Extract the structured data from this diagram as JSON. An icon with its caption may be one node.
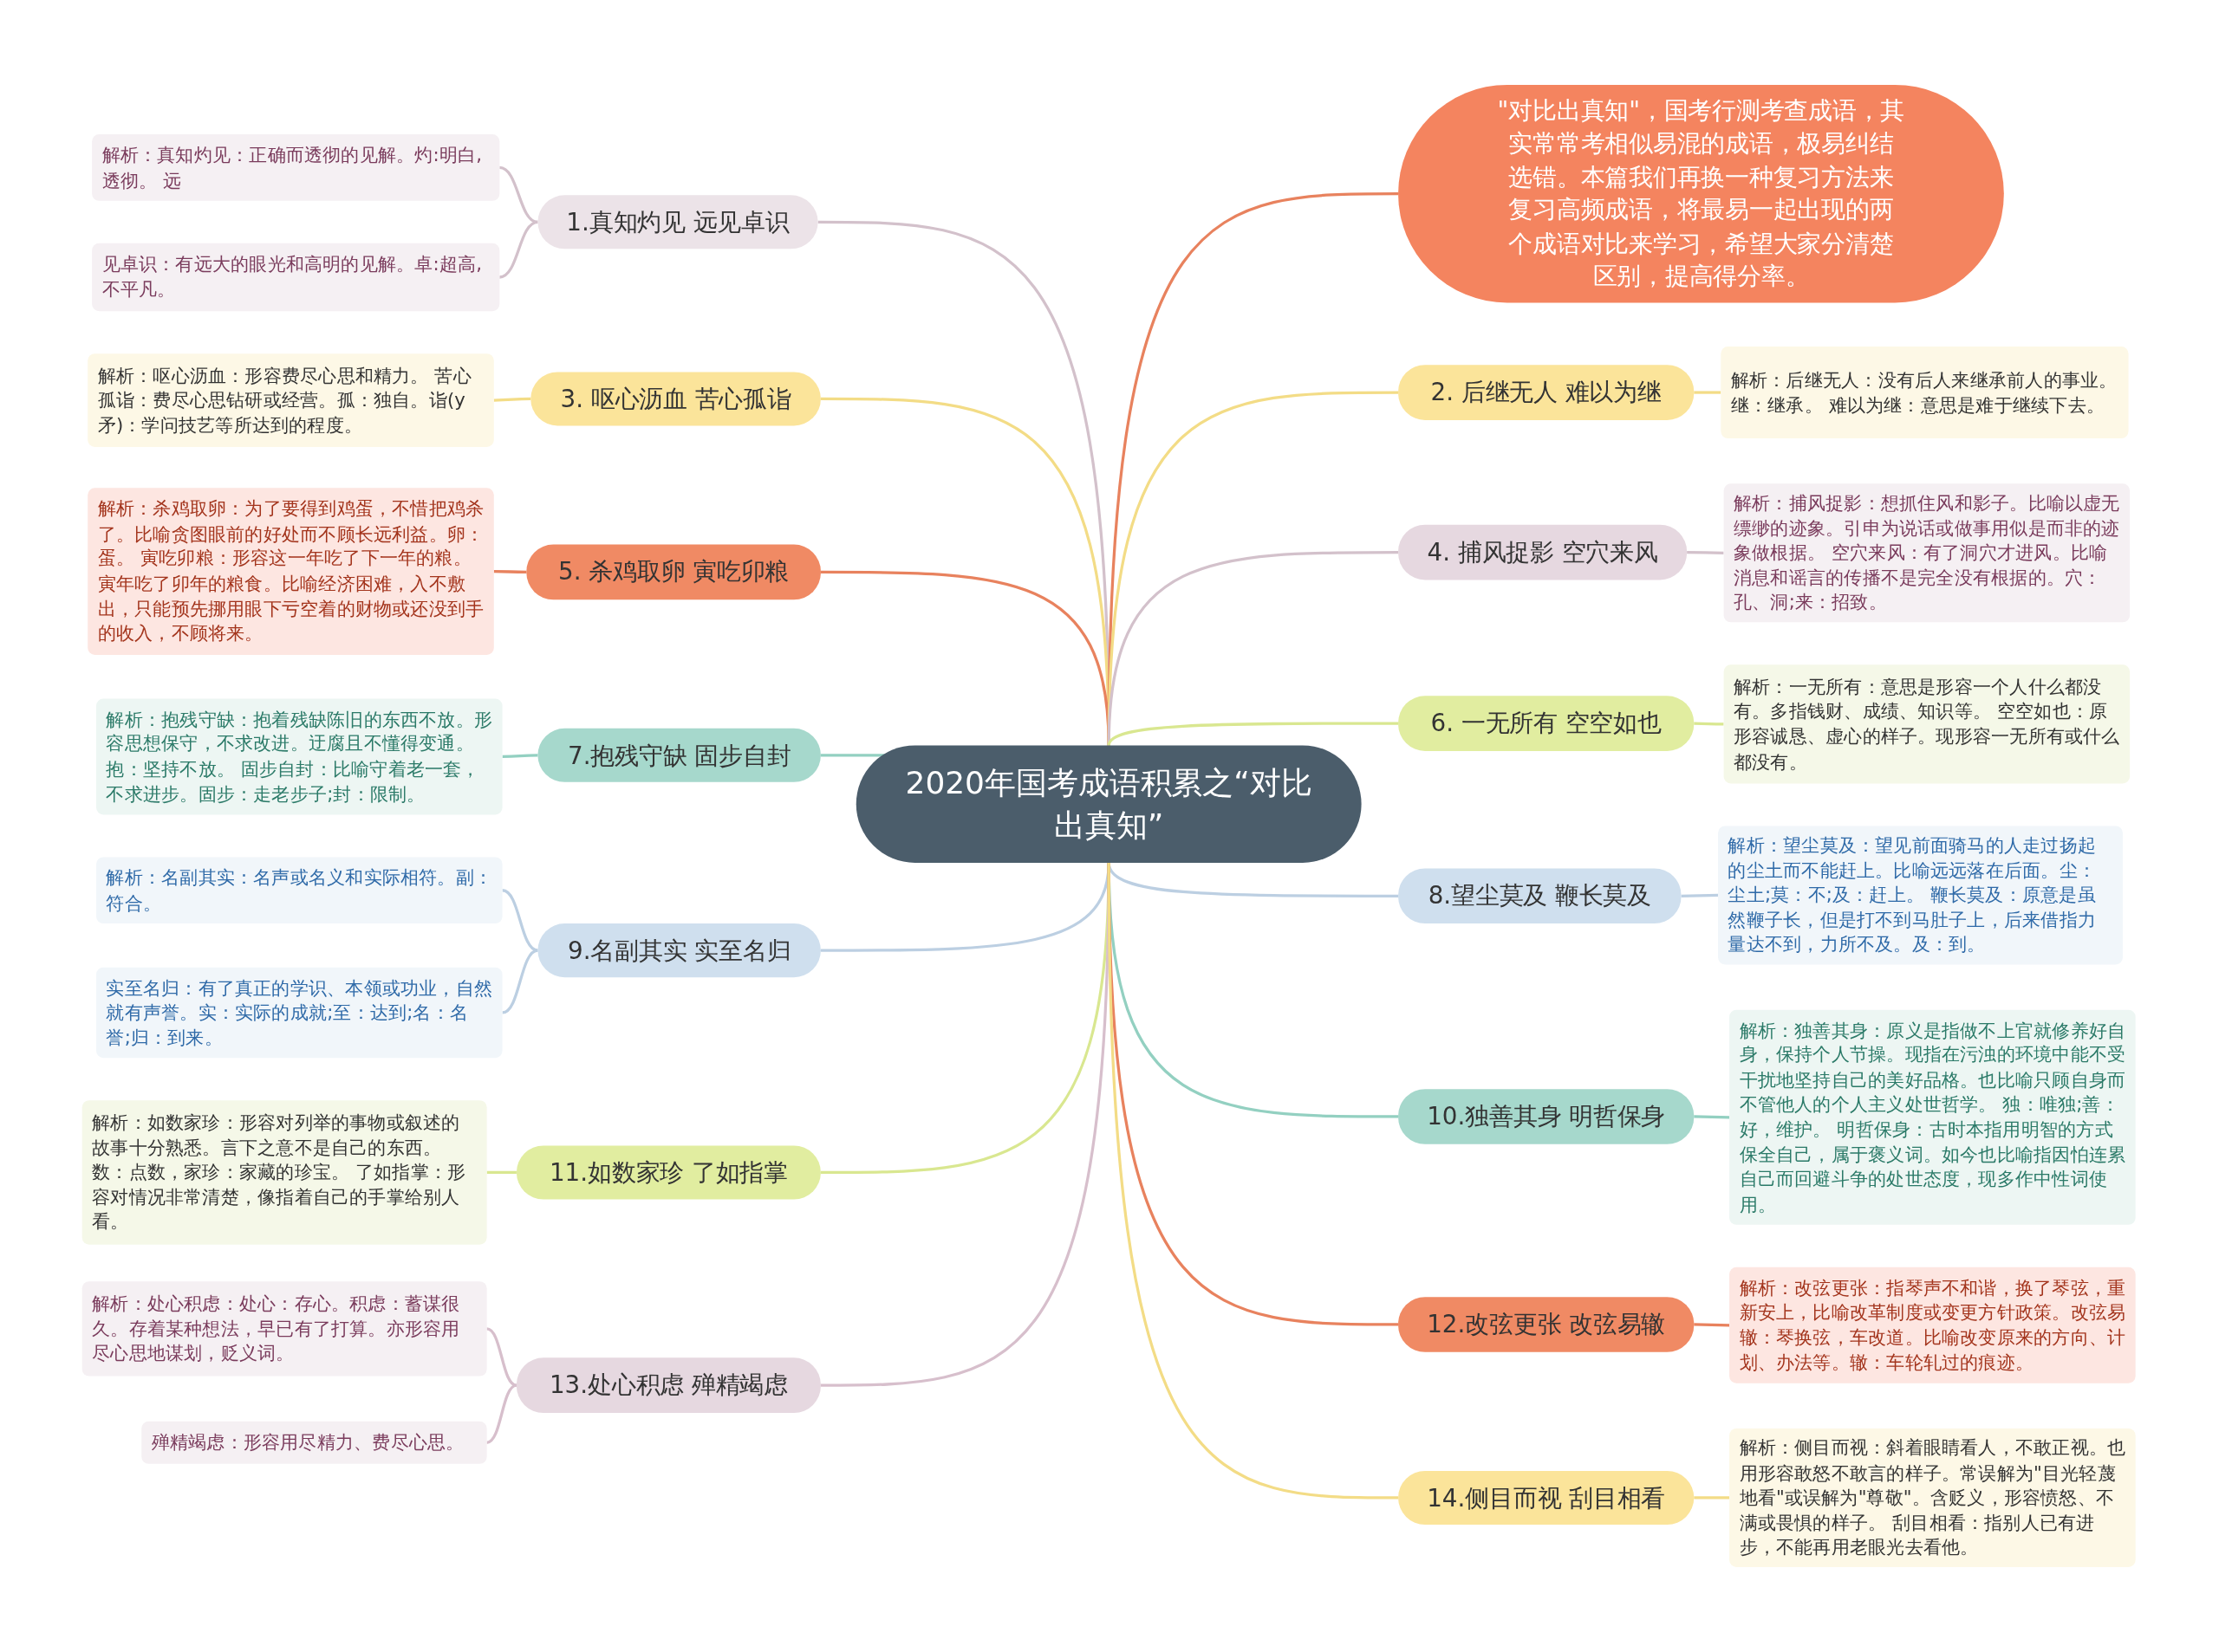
{
  "diagram": {
    "nodes": [
      {
        "text": [
          "2020年国考成语积累之“对比出真知”"
        ]
      },
      {
        "text": [
          "\"对比出真知\"，国考行测考查成语，其实常常考相似易混的成语，极易纠结选错。本篇我们再换一种复习方法来复习高频成语，将最易一起出现的两个成语对比来学习，希望大家分清楚区别，提高得分率。"
        ]
      },
      {
        "text": [
          "1.真知灼见 远见卓识"
        ]
      },
      {
        "text": [
          "解析：真知灼见：正确而透彻的见解。灼:明白,透彻。 远"
        ]
      },
      {
        "text": [
          "见卓识：有远大的眼光和高明的见解。卓:超高,不平凡。"
        ]
      },
      {
        "text": [
          "3. 呕心沥血 苦心孤诣"
        ]
      },
      {
        "text": [
          "解析：呕心沥血：形容费尽心思和精力。 苦心孤诣：费尽心思钻研或经营。孤：独自。诣(y矛)：学问技艺等所达到的程度。"
        ]
      },
      {
        "text": [
          "5. 杀鸡取卵 寅吃卯粮"
        ]
      },
      {
        "text": [
          "解析：杀鸡取卵：为了要得到鸡蛋，不惜把鸡杀了。比喻贪图眼前的好处而不顾长远利益。卵：蛋。 寅吃卯粮：形容这一年吃了下一年的粮。寅年吃了卯年的粮食。比喻经济困难，入不敷出，只能预先挪用眼下亏空着的财物或还没到手的收入，不顾将来。"
        ]
      },
      {
        "text": [
          "7.抱残守缺 固步自封"
        ]
      },
      {
        "text": [
          "解析：抱残守缺：抱着残缺陈旧的东西不放。形容思想保守，不求改进。迂腐且不懂得变通。抱：坚持不放。 固步自封：比喻守着老一套，不求进步。固步：走老步子;封：限制。"
        ]
      },
      {
        "text": [
          "9.名副其实 实至名归"
        ]
      },
      {
        "text": [
          "解析：名副其实：名声或名义和实际相符。副：符合。"
        ]
      },
      {
        "text": [
          "实至名归：有了真正的学识、本领或功业，自然就有声誉。实：实际的成就;至：达到;名：名誉;归：到来。"
        ]
      },
      {
        "text": [
          "11.如数家珍 了如指掌"
        ]
      },
      {
        "text": [
          "解析：如数家珍：形容对列举的事物或叙述的故事十分熟悉。言下之意不是自己的东西。数：点数，家珍：家藏的珍宝。 了如指掌：形容对情况非常清楚，像指着自己的手掌给别人看。"
        ]
      },
      {
        "text": [
          "13.处心积虑 殚精竭虑"
        ]
      },
      {
        "text": [
          "解析：处心积虑：处心：存心。积虑：蓄谋很久。存着某种想法，早已有了打算。亦形容用尽心思地谋划，贬义词。"
        ]
      },
      {
        "text": [
          "殚精竭虑：形容用尽精力、费尽心思。"
        ]
      },
      {
        "text": [
          "2. 后继无人 难以为继"
        ]
      },
      {
        "text": [
          "解析：后继无人：没有后人来继承前人的事业。继：继承。 难以为继：意思是难于继续下去。"
        ]
      },
      {
        "text": [
          "4. 捕风捉影 空穴来风"
        ]
      },
      {
        "text": [
          "解析：捕风捉影：想抓住风和影子。比喻以虚无缥缈的迹象。引申为说话或做事用似是而非的迹象做根据。 空穴来风：有了洞穴才进风。比喻消息和谣言的传播不是完全没有根据的。穴：孔、洞;来：招致。"
        ]
      },
      {
        "text": [
          "6. 一无所有 空空如也"
        ]
      },
      {
        "text": [
          "解析：一无所有：意思是形容一个人什么都没有。多指钱财、成绩、知识等。 空空如也：原形容诚恳、虚心的样子。现形容一无所有或什么都没有。"
        ]
      },
      {
        "text": [
          "8.望尘莫及 鞭长莫及"
        ]
      },
      {
        "text": [
          "解析：望尘莫及：望见前面骑马的人走过扬起的尘土而不能赶上。比喻远远落在后面。尘：尘土;莫：不;及：赶上。 鞭长莫及：原意是虽然鞭子长，但是打不到马肚子上，后来借指力量达不到，力所不及。及：到。"
        ]
      },
      {
        "text": [
          "10.独善其身 明哲保身"
        ]
      },
      {
        "text": [
          "解析：独善其身：原义是指做不上官就修养好自身，保持个人节操。现指在污浊的环境中能不受干扰地坚持自己的美好品格。也比喻只顾自身而不管他人的个人主义处世哲学。 独：唯独;善：好，维护。 明哲保身：古时本指用明智的方式保全自己，属于褒义词。如今也比喻指因怕连累自己而回避斗争的处世态度，现多作中性词使用。"
        ]
      },
      {
        "text": [
          "12.改弦更张 改弦易辙"
        ]
      },
      {
        "text": [
          "解析：改弦更张：指琴声不和谐，换了琴弦，重新安上，比喻改革制度或变更方针政策。改弦易辙：琴换弦，车改道。比喻改变原来的方向、计划、办法等。辙：车轮轧过的痕迹。"
        ]
      },
      {
        "text": [
          "14.侧目而视 刮目相看"
        ]
      },
      {
        "text": [
          "解析：侧目而视：斜着眼睛看人，不敢正视。也用形容敢怒不敢言的样子。常误解为\"目光轻蔑地看\"或误解为\"尊敬\"。含贬义，形容愤怒、不满或畏惧的样子。 刮目相看：指别人已有进步，不能再用老眼光去看他。"
        ]
      }
    ],
    "edges": [
      {
        "from": 0,
        "to": 2,
        "arrow": "none",
        "color": "#d3c1cb"
      },
      {
        "from": 0,
        "to": 5,
        "arrow": "none",
        "color": "#f3dc86"
      },
      {
        "from": 0,
        "to": 7,
        "arrow": "none",
        "color": "#e8825e"
      },
      {
        "from": 0,
        "to": 9,
        "arrow": "none",
        "color": "#93d0c1"
      },
      {
        "from": 0,
        "to": 11,
        "arrow": "none",
        "color": "#bccfe2"
      },
      {
        "from": 0,
        "to": 14,
        "arrow": "none",
        "color": "#d9e790"
      },
      {
        "from": 0,
        "to": 16,
        "arrow": "none",
        "color": "#d7bfcc"
      },
      {
        "from": 0,
        "to": 1,
        "arrow": "none",
        "color": "#e8825e"
      },
      {
        "from": 0,
        "to": 19,
        "arrow": "none",
        "color": "#f3dc86"
      },
      {
        "from": 0,
        "to": 21,
        "arrow": "none",
        "color": "#d3c1cb"
      },
      {
        "from": 0,
        "to": 23,
        "arrow": "none",
        "color": "#d9e790"
      },
      {
        "from": 0,
        "to": 25,
        "arrow": "none",
        "color": "#bccfe2"
      },
      {
        "from": 0,
        "to": 27,
        "arrow": "none",
        "color": "#93d0c1"
      },
      {
        "from": 0,
        "to": 29,
        "arrow": "none",
        "color": "#e8825e"
      },
      {
        "from": 0,
        "to": 31,
        "arrow": "none",
        "color": "#f3dc86"
      },
      {
        "from": 2,
        "to": 3,
        "arrow": "none",
        "color": "#d3c1cb"
      },
      {
        "from": 2,
        "to": 4,
        "arrow": "none",
        "color": "#d3c1cb"
      },
      {
        "from": 5,
        "to": 6,
        "arrow": "none",
        "color": "#f3dc86"
      },
      {
        "from": 7,
        "to": 8,
        "arrow": "none",
        "color": "#e8825e"
      },
      {
        "from": 9,
        "to": 10,
        "arrow": "none",
        "color": "#93d0c1"
      },
      {
        "from": 11,
        "to": 12,
        "arrow": "none",
        "color": "#bccfe2"
      },
      {
        "from": 11,
        "to": 13,
        "arrow": "none",
        "color": "#bccfe2"
      },
      {
        "from": 14,
        "to": 15,
        "arrow": "none",
        "color": "#d9e790"
      },
      {
        "from": 16,
        "to": 17,
        "arrow": "none",
        "color": "#d7bfcc"
      },
      {
        "from": 16,
        "to": 18,
        "arrow": "none",
        "color": "#d7bfcc"
      },
      {
        "from": 19,
        "to": 20,
        "arrow": "none",
        "color": "#f3dc86"
      },
      {
        "from": 21,
        "to": 22,
        "arrow": "none",
        "color": "#d3c1cb"
      },
      {
        "from": 23,
        "to": 24,
        "arrow": "none",
        "color": "#d9e790"
      },
      {
        "from": 25,
        "to": 26,
        "arrow": "none",
        "color": "#bccfe2"
      },
      {
        "from": 27,
        "to": 28,
        "arrow": "none",
        "color": "#93d0c1"
      },
      {
        "from": 29,
        "to": 30,
        "arrow": "none",
        "color": "#e8825e"
      },
      {
        "from": 31,
        "to": 32,
        "arrow": "none",
        "color": "#f3dc86"
      }
    ]
  }
}
